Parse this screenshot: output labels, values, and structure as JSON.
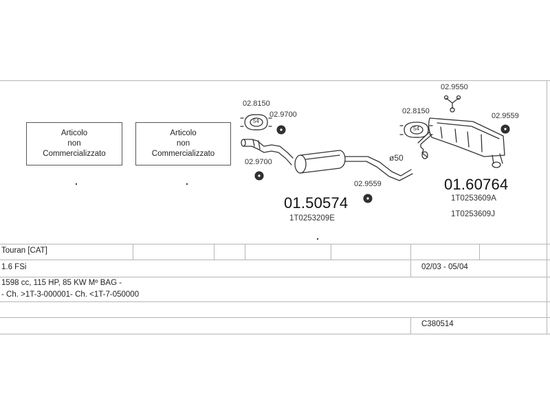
{
  "not_available_boxes": [
    [
      "Articolo",
      "non",
      "Commercializzato"
    ],
    [
      "Articolo",
      "non",
      "Commercializzato"
    ]
  ],
  "clamps": {
    "clamp_a": {
      "code": "02.8150",
      "size": "54"
    },
    "clamp_b": {
      "code": "02.8150",
      "size": "54"
    }
  },
  "rings": {
    "ring_a": "02.9700",
    "ring_b": "02.9700",
    "ring_c": "02.9559",
    "ring_d": "02.9559"
  },
  "hanger": "02.9550",
  "pipe_diameter": "ø50",
  "parts": [
    {
      "number": "01.50574",
      "oem": [
        "1T0253209E"
      ]
    },
    {
      "number": "01.60764",
      "oem": [
        "1T0253609A",
        "1T0253609J"
      ]
    }
  ],
  "table": {
    "model": "Touran  [CAT]",
    "engine": "1.6 FSi",
    "period": "02/03 - 05/04",
    "spec": "1598 cc, 115 HP, 85 KW Mº BAG -",
    "chassis": "- Ch. >1T-3-000001- Ch. <1T-7-050000",
    "code": "C380514"
  }
}
